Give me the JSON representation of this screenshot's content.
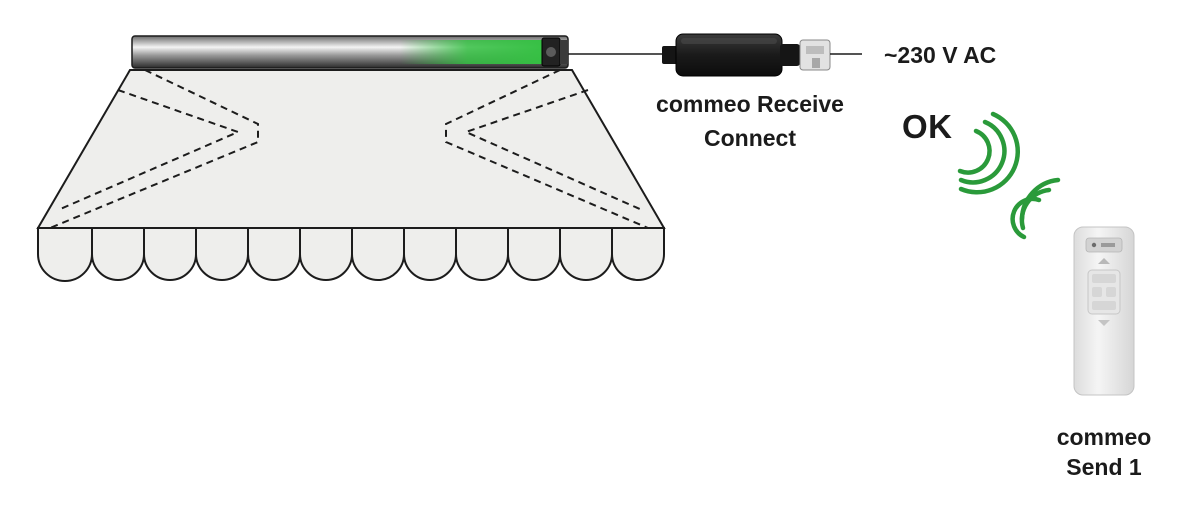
{
  "labels": {
    "receiver_line1": "commeo Receive",
    "receiver_line2": "Connect",
    "voltage": "~230 V AC",
    "status": "OK",
    "remote_line1": "commeo",
    "remote_line2": "Send 1"
  },
  "colors": {
    "signal_waves": "#2a9a3a",
    "motor_glow": "#35c043",
    "awning_fabric": "#eeeeec",
    "outline": "#1c1c1c",
    "remote_body": "#ececec"
  },
  "icons": {
    "motor": "tubular-motor",
    "receiver": "receiver-module",
    "remote": "remote-control",
    "signal": "wireless-signal-waves"
  }
}
